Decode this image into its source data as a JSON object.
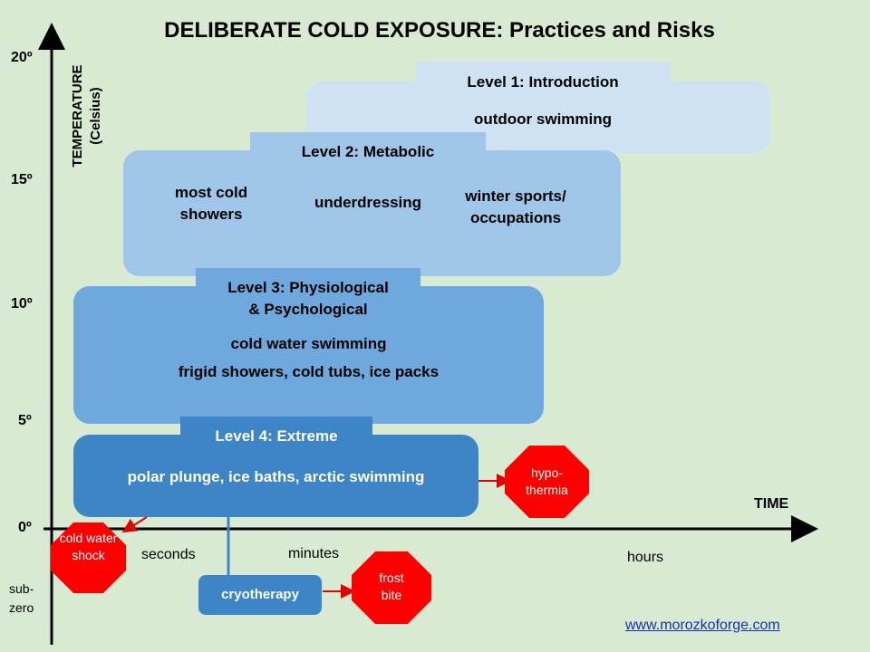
{
  "title": "DELIBERATE COLD EXPOSURE: Practices and Risks",
  "y_axis": {
    "label_line1": "TEMPERATURE",
    "label_line2": "(Celsius)",
    "ticks": [
      "20º",
      "15º",
      "10º",
      "5º",
      "0º"
    ],
    "below_zero_line1": "sub-",
    "below_zero_line2": "zero"
  },
  "x_axis": {
    "label": "TIME",
    "ticks": [
      "seconds",
      "minutes",
      "hours"
    ]
  },
  "levels": [
    {
      "title": "Level 1: Introduction",
      "items": [
        "outdoor swimming"
      ],
      "color": "#cfe2f3"
    },
    {
      "title": "Level 2: Metabolic",
      "items": [
        "most cold showers",
        "underdressing",
        "winter sports/ occupations"
      ],
      "color": "#9fc5e8"
    },
    {
      "title_line1": "Level 3: Physiological",
      "title_line2": "& Psychological",
      "items": [
        "cold water swimming",
        "frigid showers, cold tubs, ice packs"
      ],
      "color": "#6fa8dc"
    },
    {
      "title": "Level 4: Extreme",
      "items": [
        "polar plunge, ice baths, arctic swimming"
      ],
      "color": "#3d85c6"
    }
  ],
  "cryotherapy": {
    "label": "cryotherapy",
    "color": "#3d85c6"
  },
  "risks": {
    "hypothermia": {
      "line1": "hypo-",
      "line2": "thermia"
    },
    "cold_water_shock": {
      "line1": "cold water",
      "line2": "shock"
    },
    "frost_bite": {
      "line1": "frost",
      "line2": "bite"
    },
    "color": "#ff0000"
  },
  "link": "www.morozkoforge.com"
}
